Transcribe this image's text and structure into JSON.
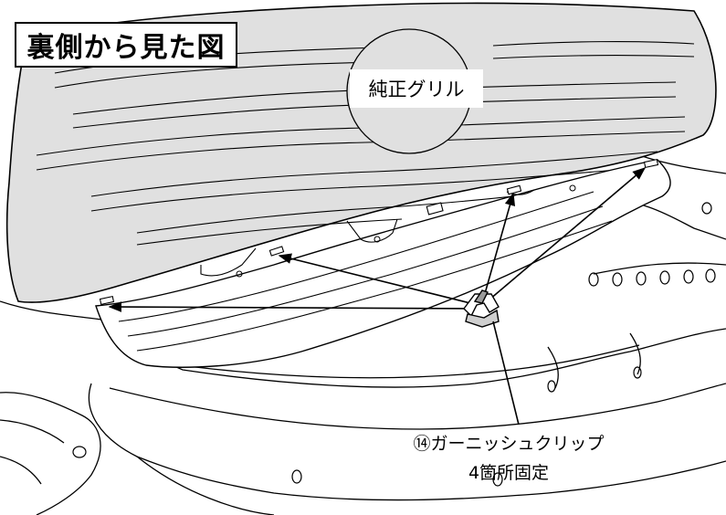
{
  "title": "裏側から見た図",
  "grille_label": "純正グリル",
  "clip_label": {
    "line1": "⑭ガーニッシュクリップ",
    "line2": "4箇所固定"
  },
  "colors": {
    "grille_fill": "#e0e0e0",
    "line": "#000000",
    "background": "#ffffff"
  },
  "arrow_count": 4
}
